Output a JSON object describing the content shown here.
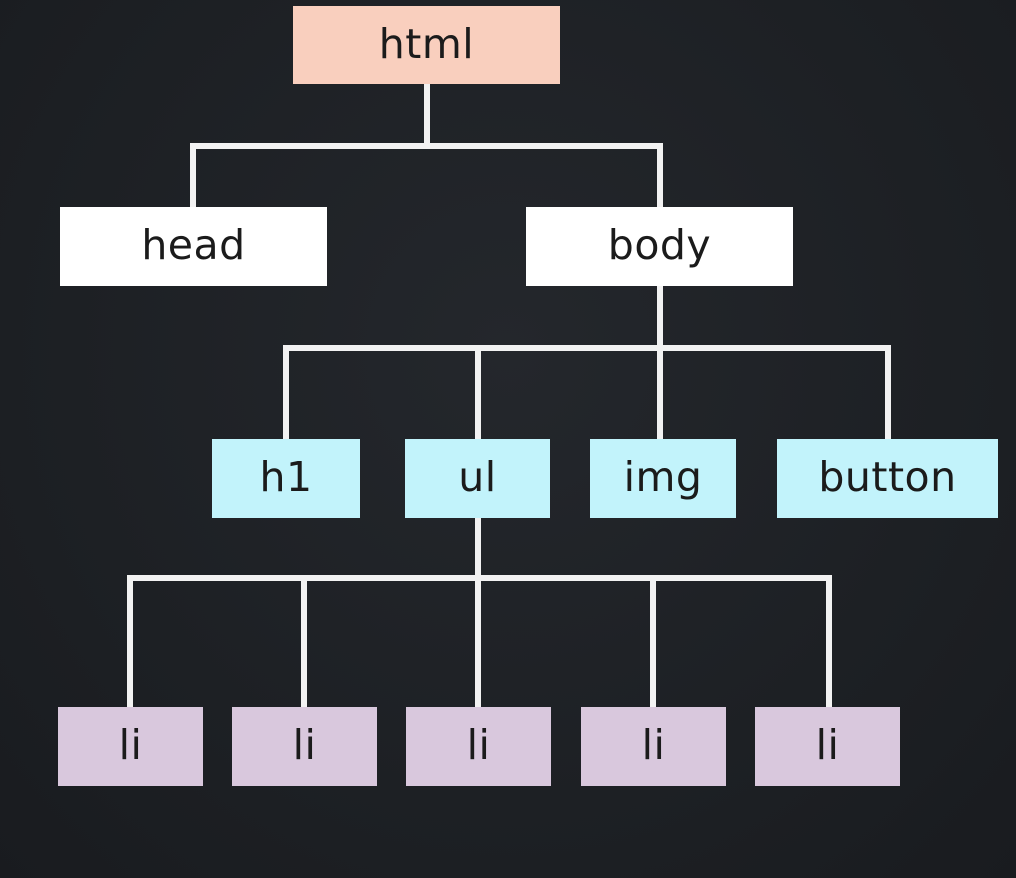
{
  "tree": {
    "root": {
      "label": "html"
    },
    "level1": [
      {
        "label": "head"
      },
      {
        "label": "body"
      }
    ],
    "level2": [
      {
        "label": "h1"
      },
      {
        "label": "ul"
      },
      {
        "label": "img"
      },
      {
        "label": "button"
      }
    ],
    "level3": [
      {
        "label": "li"
      },
      {
        "label": "li"
      },
      {
        "label": "li"
      },
      {
        "label": "li"
      },
      {
        "label": "li"
      }
    ]
  },
  "colors": {
    "background": "#1f2226",
    "connector": "#f2f2f2",
    "root_fill": "#f9cfbe",
    "level1_fill": "#ffffff",
    "level2_fill": "#c2f3fb",
    "level3_fill": "#d9c8dd",
    "text": "#1b1b1b"
  }
}
